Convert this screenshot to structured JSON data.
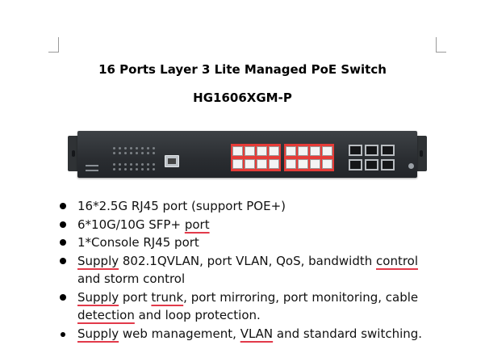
{
  "title": "16 Ports Layer 3 Lite Managed PoE Switch",
  "model": "HG1606XGM-P",
  "colors": {
    "rj45_port_block": "#e63c38",
    "spell_underline": "#e23a4a",
    "switch_body": "#2f3235"
  },
  "bullets": {
    "b1": {
      "text": "16*2.5G RJ45 port  (support POE+)"
    },
    "b2": {
      "a": "6*10G/10G SFP+ ",
      "b": "port"
    },
    "b3": {
      "text": "1*Console RJ45 port"
    },
    "b4": {
      "a": "Supply",
      "b": " 802.1QVLAN, port VLAN, QoS, bandwidth ",
      "c": "control",
      "d": "and storm control"
    },
    "b5": {
      "a": "Supply",
      "b": " port ",
      "c": "trunk",
      "d": ", port mirroring, port monitoring, cable",
      "e": "detection",
      "f": " and loop protection."
    },
    "b6": {
      "a": "Supply",
      "b": " web management, ",
      "c": "VLAN",
      "d": " and standard switching."
    }
  }
}
